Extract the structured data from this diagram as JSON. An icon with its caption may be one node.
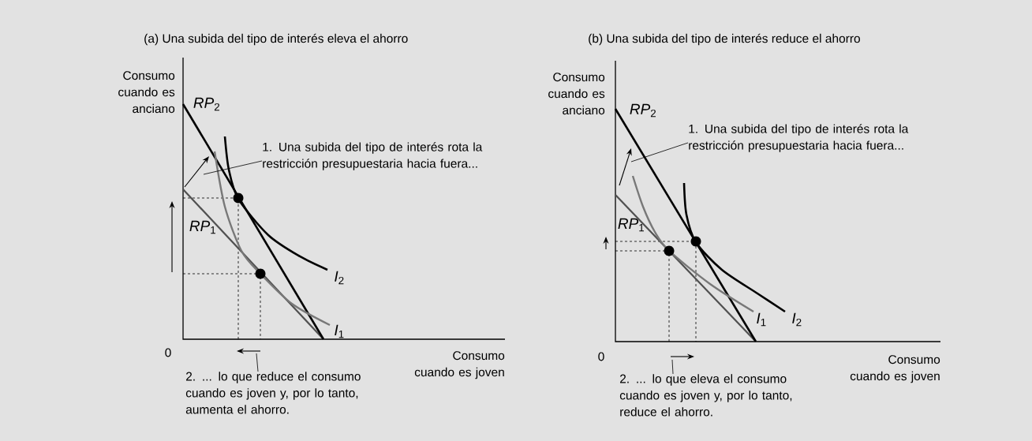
{
  "diagram": {
    "nodes": [
      {
        "text": [
          "1. Una subida del tipo de interés rota la restricción presupuestaria hacia fuera..."
        ]
      },
      {
        "text": [
          "2. ... lo que reduce el consumo cuando es joven y, por lo tanto, aumenta el ahorro."
        ]
      },
      {
        "text": [
          "1. Una subida del tipo de interés rota la restricción presupuestaria hacia fuera..."
        ]
      },
      {
        "text": [
          "2. ... lo que eleva el consumo cuando es joven y, por lo tanto, reduce el ahorro."
        ]
      }
    ],
    "edges": [
      {
        "from": 0,
        "to": null,
        "arrow": "none"
      },
      {
        "from": 1,
        "to": null,
        "arrow": "none"
      },
      {
        "from": 2,
        "to": null,
        "arrow": "none"
      },
      {
        "from": 3,
        "to": null,
        "arrow": "none"
      }
    ],
    "labels": [
      "(a) Una subida del tipo de interés eleva el ahorro",
      "Consumo cuando es anciano",
      "*RP*$_{2}$",
      "*RP*$_{1}$",
      "*I*$_{2}$",
      "*I*$_{1}$",
      "0",
      "Consumo cuando es joven",
      "(b) Una subida del tipo de interés reduce el ahorro",
      "Consumo cuando es anciano",
      "*RP*$_{2}$",
      "*RP*$_{1}$",
      "*I*$_{1}$",
      "*I*$_{2}$",
      "0",
      "Consumo cuando es joven"
    ]
  }
}
